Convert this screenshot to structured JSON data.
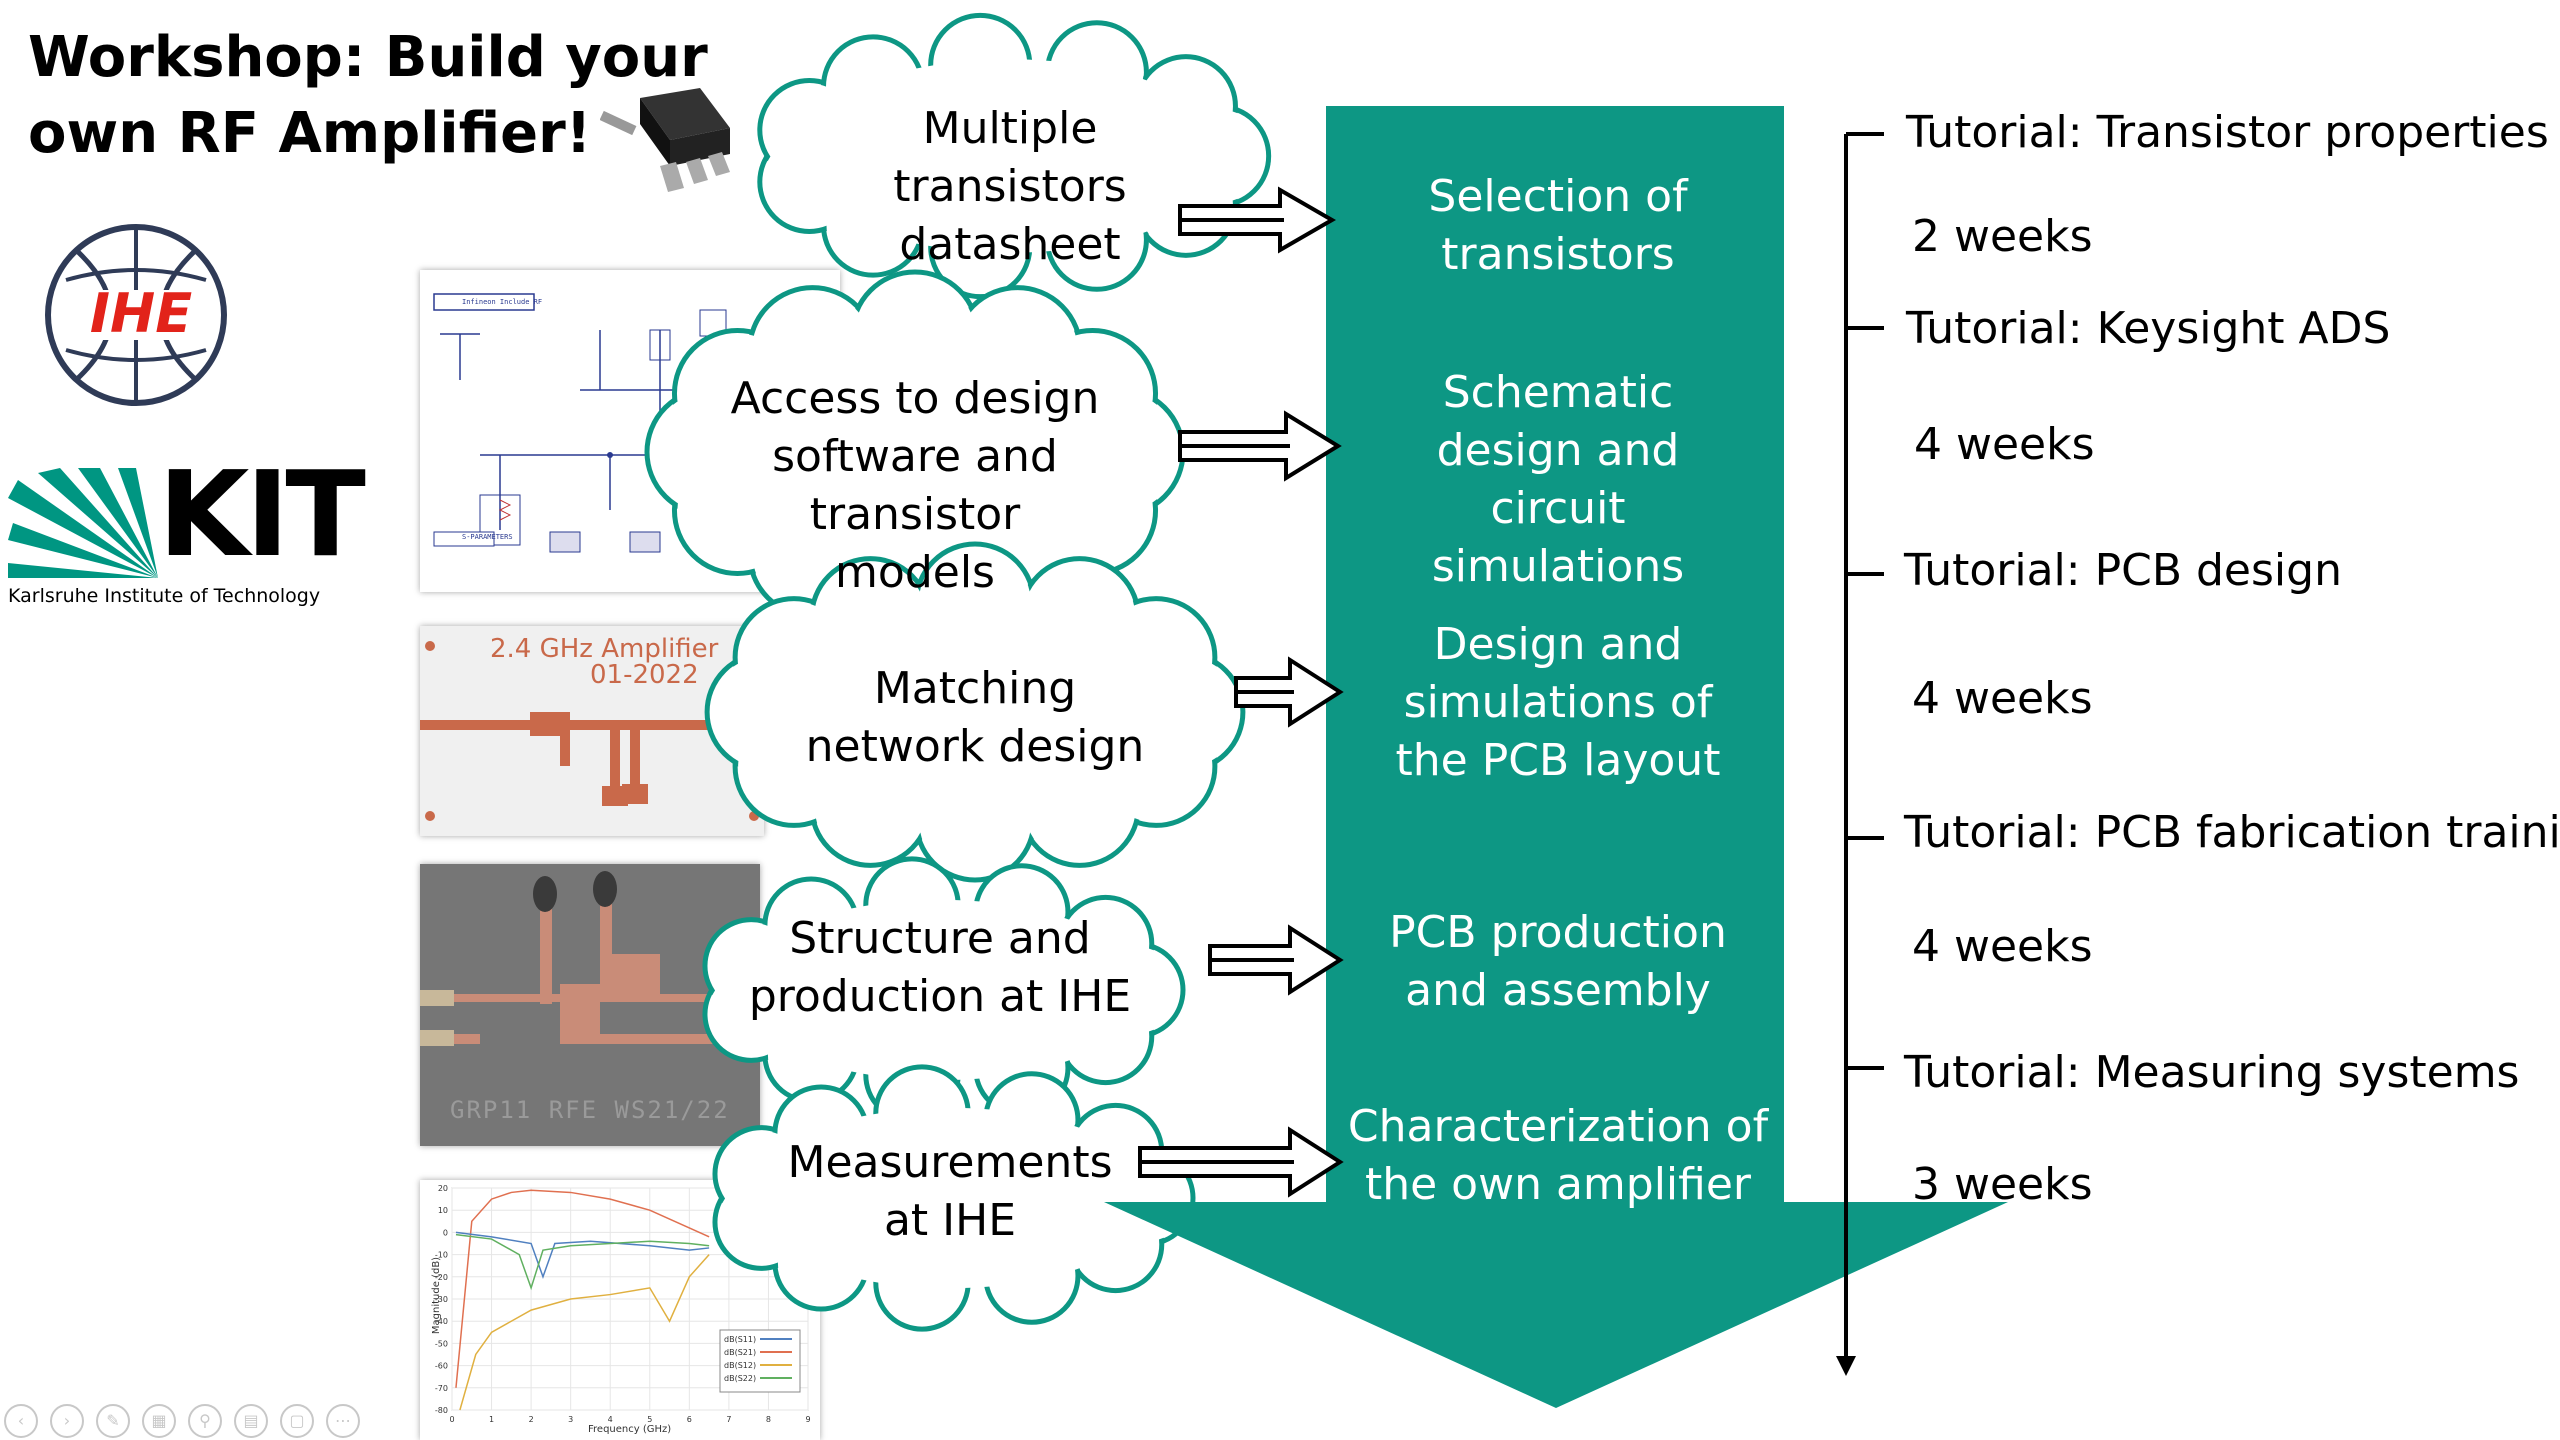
{
  "slide": {
    "title": "Workshop: Build your own RF Amplifier!",
    "ihe_logo_text": "IHE",
    "kit_logo_text": "KIT",
    "kit_subtitle": "Karlsruhe Institute of Technology"
  },
  "clouds": [
    {
      "label": "Multiple transistors datasheet"
    },
    {
      "label": "Access to design software and transistor models"
    },
    {
      "label": "Matching network design"
    },
    {
      "label": "Structure and production at IHE"
    },
    {
      "label": "Measurements at IHE"
    }
  ],
  "stages": [
    {
      "label": "Selection of transistors"
    },
    {
      "label": "Schematic design and circuit simulations"
    },
    {
      "label": "Design and simulations of the PCB layout"
    },
    {
      "label": "PCB production and assembly"
    },
    {
      "label": "Characterization of the own amplifier"
    }
  ],
  "timeline": {
    "tutorials": [
      "Tutorial: Transistor properties",
      "Tutorial: Keysight ADS",
      "Tutorial: PCB design",
      "Tutorial: PCB fabrication training",
      "Tutorial: Measuring systems"
    ],
    "durations": [
      "2 weeks",
      "4 weeks",
      "4 weeks",
      "4 weeks",
      "3 weeks"
    ]
  },
  "thumbnails": {
    "schematic_header": "Infineon Include RF",
    "schematic_sparams": "S-PARAMETERS",
    "layout_title": "2.4 GHz Amplifier",
    "layout_date": "01-2022",
    "pcb_engraving": "GRP11 RFE WS21/22",
    "plot_ylabel": "Magnitude (dB)",
    "plot_xlabel": "Frequency (GHz)",
    "plot_yticks": [
      "20",
      "10",
      "0",
      "-10",
      "-20",
      "-30",
      "-40",
      "-50",
      "-60",
      "-70",
      "-80"
    ],
    "plot_xticks": [
      "0",
      "1",
      "2",
      "3",
      "4",
      "5",
      "6",
      "7",
      "8",
      "9"
    ],
    "plot_legend": [
      "dB(S11)",
      "dB(S21)",
      "dB(S12)",
      "dB(S22)"
    ]
  },
  "colors": {
    "teal": "#0d9784",
    "cloud_outline": "#0d9784",
    "ihe_red": "#e2231a",
    "ihe_navy": "#2f3b57",
    "kit_green": "#009682",
    "pcb_copper": "#c9694a"
  }
}
